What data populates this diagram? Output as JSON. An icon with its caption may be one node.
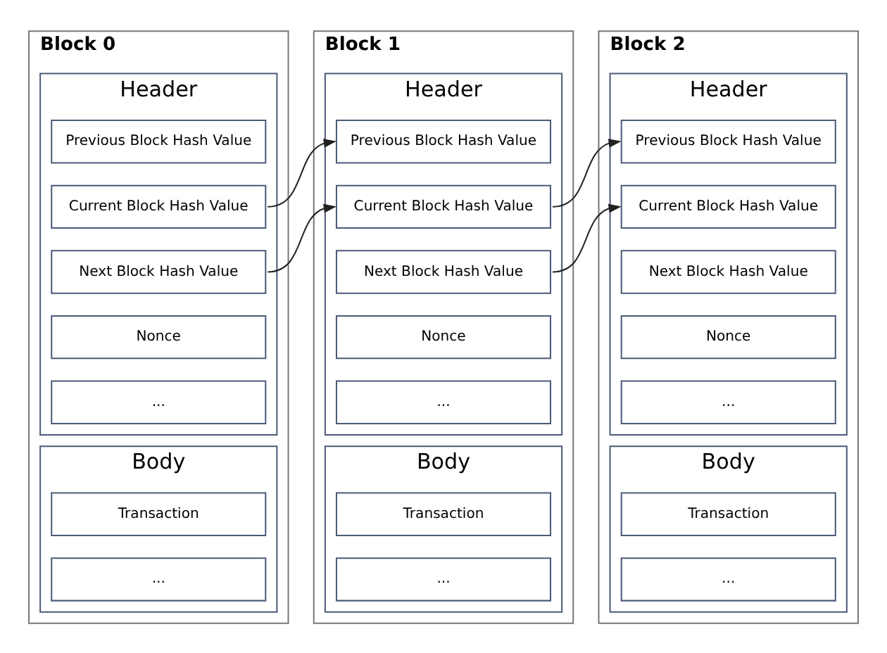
{
  "diagram": {
    "nodes": [
      {
        "text": [
          "Block 0"
        ]
      },
      {
        "text": [
          "Header"
        ],
        "in": 0
      },
      {
        "text": [
          "Previous Block Hash Value"
        ],
        "in": 1
      },
      {
        "text": [
          "Current Block Hash Value"
        ],
        "in": 1
      },
      {
        "text": [
          "Next Block Hash Value"
        ],
        "in": 1
      },
      {
        "text": [
          "Nonce"
        ],
        "in": 1
      },
      {
        "text": [
          "..."
        ],
        "in": 1
      },
      {
        "text": [
          "Body"
        ],
        "in": 0
      },
      {
        "text": [
          "Transaction"
        ],
        "in": 7
      },
      {
        "text": [
          "..."
        ],
        "in": 7
      },
      {
        "text": [
          "Block 1"
        ]
      },
      {
        "text": [
          "Header"
        ],
        "in": 10
      },
      {
        "text": [
          "Previous Block Hash Value"
        ],
        "in": 11
      },
      {
        "text": [
          "Current Block Hash Value"
        ],
        "in": 11
      },
      {
        "text": [
          "Next Block Hash Value"
        ],
        "in": 11
      },
      {
        "text": [
          "Nonce"
        ],
        "in": 11
      },
      {
        "text": [
          "..."
        ],
        "in": 11
      },
      {
        "text": [
          "Body"
        ],
        "in": 10
      },
      {
        "text": [
          "Transaction"
        ],
        "in": 17
      },
      {
        "text": [
          "..."
        ],
        "in": 17
      },
      {
        "text": [
          "Block 2"
        ]
      },
      {
        "text": [
          "Header"
        ],
        "in": 20
      },
      {
        "text": [
          "Previous Block Hash Value"
        ],
        "in": 21
      },
      {
        "text": [
          "Current Block Hash Value"
        ],
        "in": 21
      },
      {
        "text": [
          "Next Block Hash Value"
        ],
        "in": 21
      },
      {
        "text": [
          "Nonce"
        ],
        "in": 21
      },
      {
        "text": [
          "..."
        ],
        "in": 21
      },
      {
        "text": [
          "Body"
        ],
        "in": 20
      },
      {
        "text": [
          "Transaction"
        ],
        "in": 27
      },
      {
        "text": [
          "..."
        ],
        "in": 27
      }
    ],
    "edges": [
      {
        "from": 3,
        "to": 12,
        "arrow": "to"
      },
      {
        "from": 4,
        "to": 13,
        "arrow": "to"
      },
      {
        "from": 13,
        "to": 22,
        "arrow": "to"
      },
      {
        "from": 14,
        "to": 23,
        "arrow": "to"
      }
    ]
  }
}
